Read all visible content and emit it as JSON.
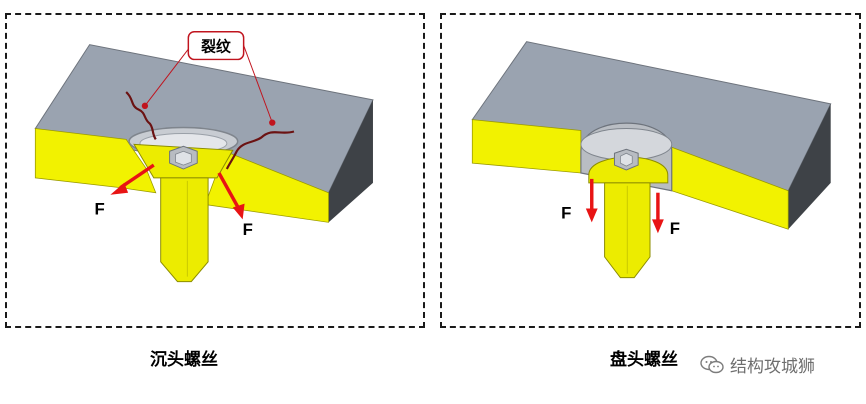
{
  "left_panel": {
    "crack_label": "裂纹",
    "force_label_left": "F",
    "force_label_right": "F",
    "caption": "沉头螺丝"
  },
  "right_panel": {
    "force_label_left": "F",
    "force_label_right": "F",
    "caption": "盘头螺丝"
  },
  "watermark": {
    "text": "结构攻城狮",
    "icon": "wechat-icon"
  },
  "colors": {
    "plate_top": "#9aa3b0",
    "plate_side_dark": "#3e4247",
    "plate_front": "#f2f200",
    "screw_yellow": "#ecec00",
    "arrow_red": "#e81414",
    "crack": "#6b1212",
    "callout_border": "#c0141e"
  }
}
